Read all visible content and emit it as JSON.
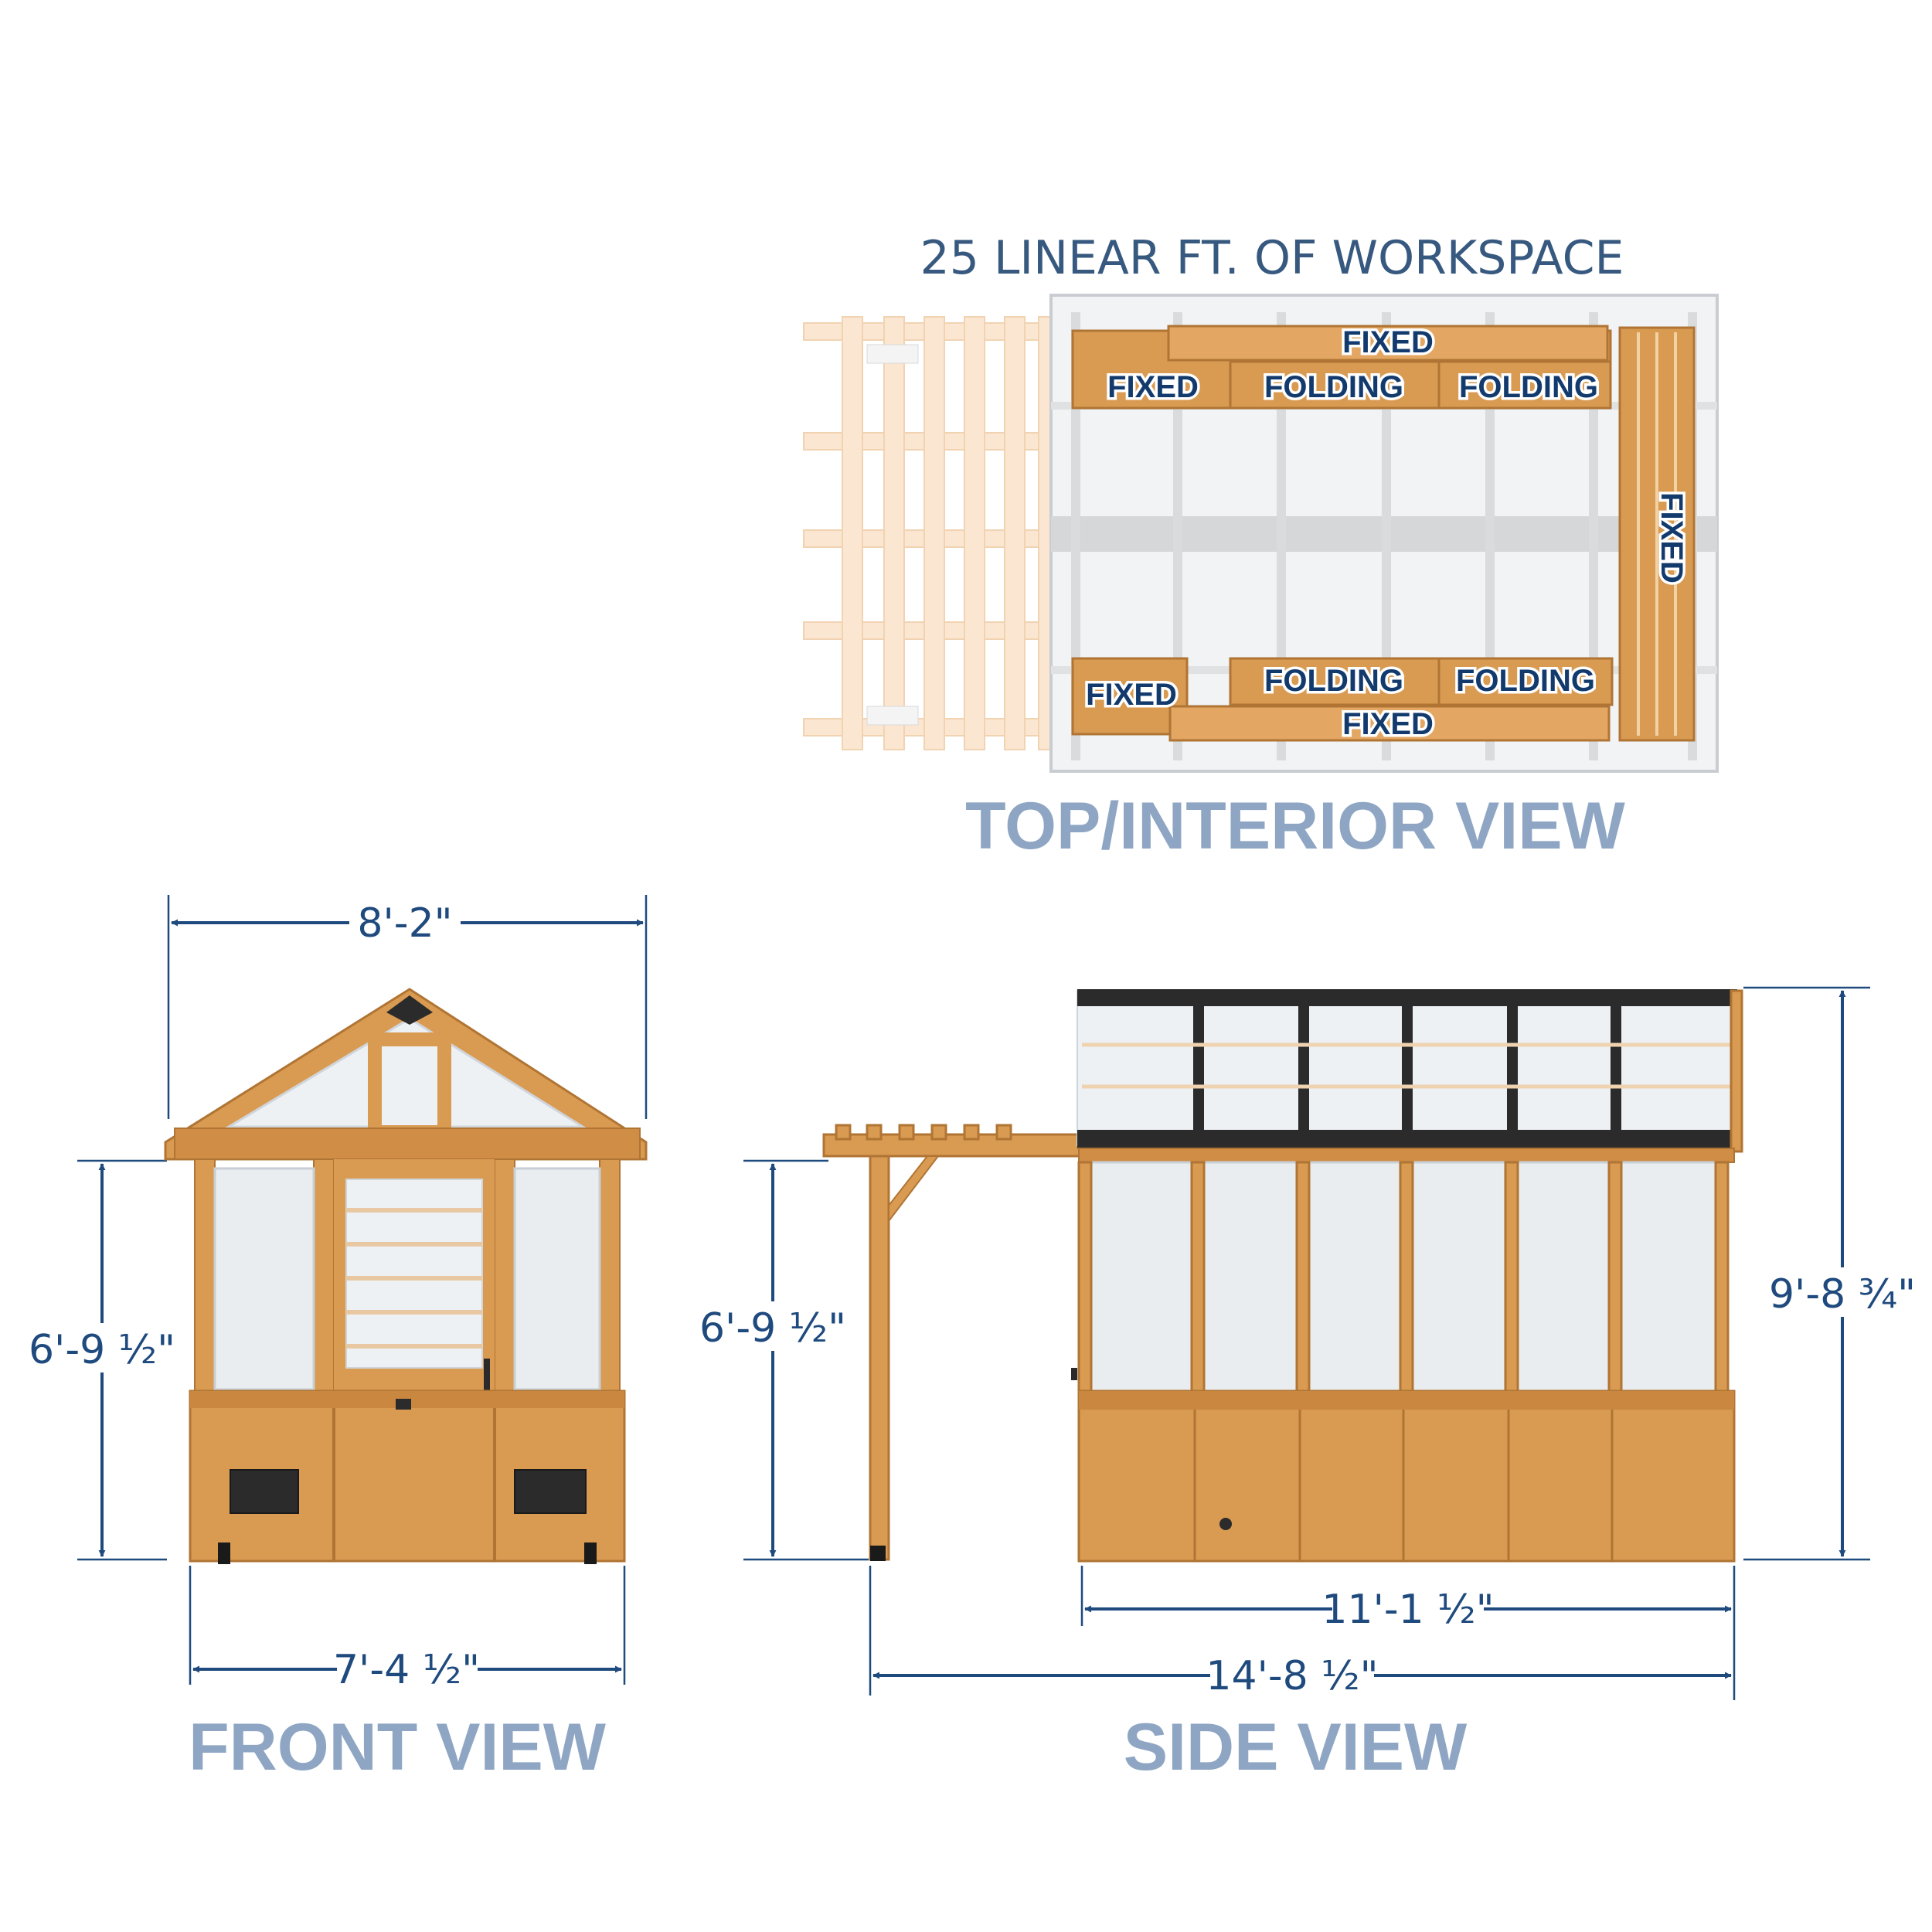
{
  "top_view": {
    "heading": "25 LINEAR FT. OF WORKSPACE",
    "title": "TOP/INTERIOR VIEW",
    "benches": {
      "top_long": "FIXED",
      "top_left": "FIXED",
      "top_fold_1": "FOLDING",
      "top_fold_2": "FOLDING",
      "right": "FIXED",
      "bottom_left": "FIXED",
      "bottom_fold_1": "FOLDING",
      "bottom_fold_2": "FOLDING",
      "bottom_long": "FIXED"
    }
  },
  "front_view": {
    "title": "FRONT VIEW",
    "overall_width": "8'-2\"",
    "base_width": "7'-4 ½\"",
    "wall_height": "6'-9 ½\""
  },
  "side_view": {
    "title": "SIDE VIEW",
    "pergola_height": "6'-9 ½\"",
    "total_height": "9'-8 ¾\"",
    "body_length": "11'-1 ½\"",
    "overall_length": "14'-8 ½\""
  },
  "colors": {
    "dimension": "#1f4a7e",
    "title": "#8ea6c3",
    "wood": "#d99a52",
    "roof": "#2b2b2b"
  }
}
